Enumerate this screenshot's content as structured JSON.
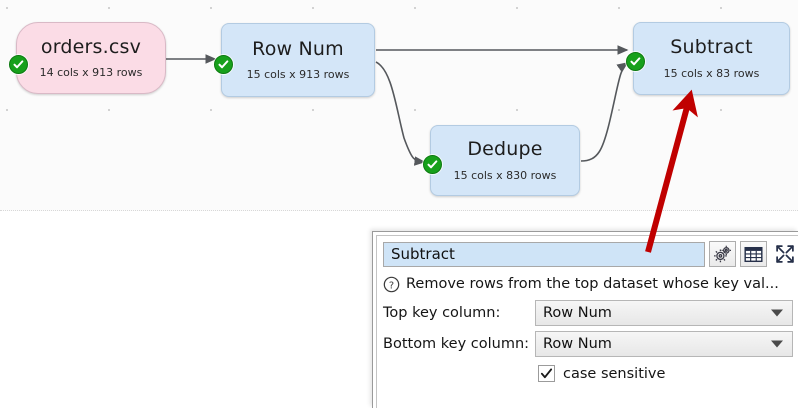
{
  "canvas": {
    "nodes": [
      {
        "id": "orders-csv",
        "title": "orders.csv",
        "subtitle": "14 cols x 913 rows",
        "kind": "input",
        "color": "#fbdce6",
        "status_icon": "check-circle-icon"
      },
      {
        "id": "row-num",
        "title": "Row Num",
        "subtitle": "15 cols x 913 rows",
        "kind": "transform",
        "color": "#d4e6f8",
        "status_icon": "check-circle-icon"
      },
      {
        "id": "dedupe",
        "title": "Dedupe",
        "subtitle": "15 cols x 830 rows",
        "kind": "transform",
        "color": "#d4e6f8",
        "status_icon": "check-circle-icon"
      },
      {
        "id": "subtract",
        "title": "Subtract",
        "subtitle": "15 cols x 83 rows",
        "kind": "transform",
        "color": "#d4e6f8",
        "status_icon": "check-circle-icon"
      }
    ],
    "edge_color": "#55585c",
    "grid_dot_color": "#d2d2d2"
  },
  "annotation": {
    "arrow_color": "#c00000",
    "target": "subtract-node"
  },
  "panel": {
    "name_field": {
      "value": "Subtract",
      "placeholder": "Subtract"
    },
    "toolbar": [
      {
        "name": "settings-gear-icon",
        "label": "Settings"
      },
      {
        "name": "table-grid-icon",
        "label": "Show table"
      },
      {
        "name": "expand-arrows-icon",
        "label": "Expand"
      }
    ],
    "description": {
      "icon": "help-circle-icon",
      "text": "Remove rows from the top dataset whose key val..."
    },
    "fields": [
      {
        "label": "Top key column:",
        "value": "Row Num",
        "control": "dropdown",
        "caret": "chevron-down-icon"
      },
      {
        "label": "Bottom key column:",
        "value": "Row Num",
        "control": "dropdown",
        "caret": "chevron-down-icon"
      }
    ],
    "checkbox": {
      "label": "case sensitive",
      "checked": true,
      "mark": "check-mark-icon"
    }
  }
}
